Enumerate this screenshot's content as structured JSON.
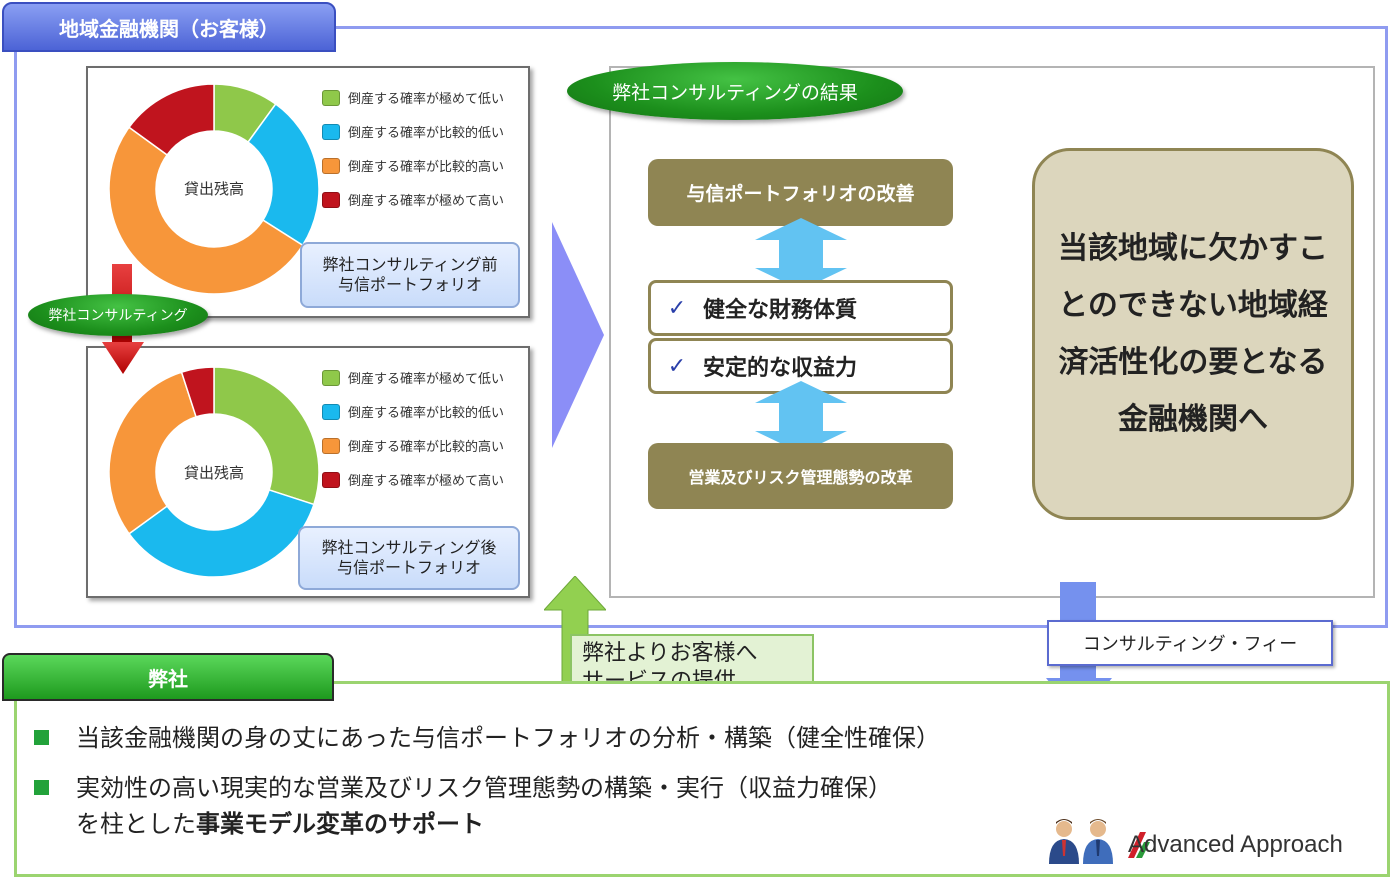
{
  "client": {
    "tab_label": "地域金融機関（お客様）"
  },
  "donut_before": {
    "center_label": "貸出残高",
    "segments": [
      {
        "label": "倒産する確率が極めて低い",
        "value": 10,
        "color": "#8fc84a"
      },
      {
        "label": "倒産する確率が比較的低い",
        "value": 24,
        "color": "#1ab9ee"
      },
      {
        "label": "倒産する確率が比較的高い",
        "value": 51,
        "color": "#f7963a"
      },
      {
        "label": "倒産する確率が極めて高い",
        "value": 15,
        "color": "#c0141e"
      }
    ],
    "caption_line1": "弊社コンサルティング前",
    "caption_line2": "与信ポートフォリオ"
  },
  "donut_after": {
    "center_label": "貸出残高",
    "segments": [
      {
        "label": "倒産する確率が極めて低い",
        "value": 30,
        "color": "#8fc84a"
      },
      {
        "label": "倒産する確率が比較的低い",
        "value": 35,
        "color": "#1ab9ee"
      },
      {
        "label": "倒産する確率が比較的高い",
        "value": 30,
        "color": "#f7963a"
      },
      {
        "label": "倒産する確率が極めて高い",
        "value": 5,
        "color": "#c0141e"
      }
    ],
    "caption_line1": "弊社コンサルティング後",
    "caption_line2": "与信ポートフォリオ"
  },
  "consulting_label": "弊社コンサルティング",
  "result": {
    "header": "弊社コンサルティングの結果",
    "top_box": "与信ポートフォリオの改善",
    "checks": [
      "健全な財務体質",
      "安定的な収益力"
    ],
    "check_symbol": "✓",
    "bottom_box": "営業及びリスク管理態勢の改革",
    "outcome": "当該地域に欠かすことのできない地域経済活性化の要となる金融機関へ"
  },
  "fee_label": "コンサルティング・フィー",
  "service_line1": "弊社よりお客様へ",
  "service_line2": "サービスの提供",
  "company": {
    "tab_label": "弊社",
    "bullet1": "当該金融機関の身の丈にあった与信ポートフォリオの分析・構築（健全性確保）",
    "bullet2_line1": "実効性の高い現実的な営業及びリスク管理態勢の構築・実行（収益力確保）",
    "bullet2_line2_prefix": "を柱とした",
    "bullet2_line2_bold": "事業モデル変革のサポート"
  },
  "logo": {
    "brand": "Advanced Approach"
  },
  "colors": {
    "accent_blue": "#8f9bf0",
    "olive": "#8f8553",
    "green": "#22a23a"
  }
}
